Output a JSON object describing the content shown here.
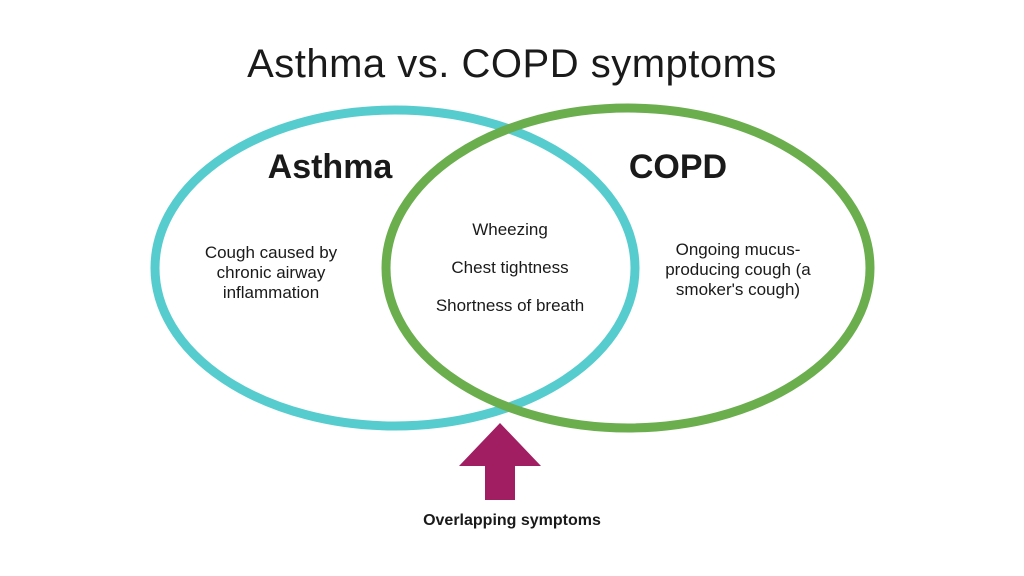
{
  "title": "Asthma vs. COPD symptoms",
  "sets": {
    "asthma": {
      "label": "Asthma",
      "only": "Cough caused by chronic airway inflammation",
      "color": "#56CCCE"
    },
    "copd": {
      "label": "COPD",
      "only": "Ongoing mucus-producing cough (a smoker's cough)",
      "color": "#6AAE4D"
    }
  },
  "overlap": {
    "items": [
      "Wheezing",
      "Chest tightness",
      "Shortness of breath"
    ]
  },
  "arrow": {
    "icon": "up-arrow-icon",
    "color": "#A21E63"
  },
  "caption": "Overlapping symptoms"
}
